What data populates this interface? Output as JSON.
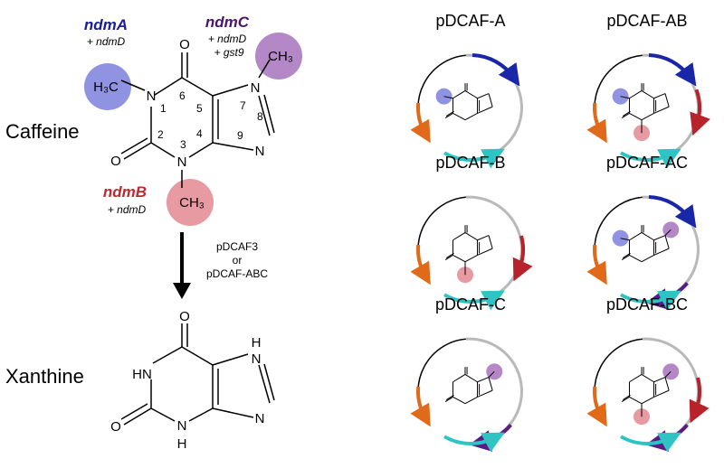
{
  "colors": {
    "ndmA": "#1b1c9a",
    "ndmB": "#c0292f",
    "ndmC": "#4d1569",
    "methyl_A": "#8f93e2",
    "methyl_B": "#e79aa1",
    "methyl_C": "#b487c6",
    "arrow_blue": "#1a26a8",
    "arrow_red": "#b8222a",
    "arrow_purple": "#5b1a84",
    "arrow_orange": "#e06a1a",
    "arrow_teal": "#2ec4c4",
    "backbone_gray": "#b9b9b9"
  },
  "labels": {
    "caffeine": "Caffeine",
    "xanthine": "Xanthine",
    "condition_line1": "pDCAF3",
    "condition_line2": "or",
    "condition_line3": "pDCAF-ABC"
  },
  "genes": {
    "ndmA": {
      "name": "ndmA",
      "extra": "+ ndmD"
    },
    "ndmB": {
      "name": "ndmB",
      "extra": "+ ndmD"
    },
    "ndmC": {
      "name": "ndmC",
      "extra1": "+ ndmD",
      "extra2": "+ gst9"
    }
  },
  "atoms": {
    "O": "O",
    "N": "N",
    "H3C": "H₃C",
    "CH3": "CH₃",
    "HN": "HN",
    "H": "H"
  },
  "numbering": [
    "1",
    "2",
    "3",
    "4",
    "5",
    "6",
    "7",
    "8",
    "9"
  ],
  "plasmids": [
    {
      "name": "pDCAF-A",
      "genes": [
        "ndmA"
      ]
    },
    {
      "name": "pDCAF-AB",
      "genes": [
        "ndmA",
        "ndmB"
      ]
    },
    {
      "name": "pDCAF-B",
      "genes": [
        "ndmB"
      ]
    },
    {
      "name": "pDCAF-AC",
      "genes": [
        "ndmA",
        "ndmC"
      ]
    },
    {
      "name": "pDCAF-C",
      "genes": [
        "ndmC"
      ]
    },
    {
      "name": "pDCAF-BC",
      "genes": [
        "ndmB",
        "ndmC"
      ]
    }
  ]
}
